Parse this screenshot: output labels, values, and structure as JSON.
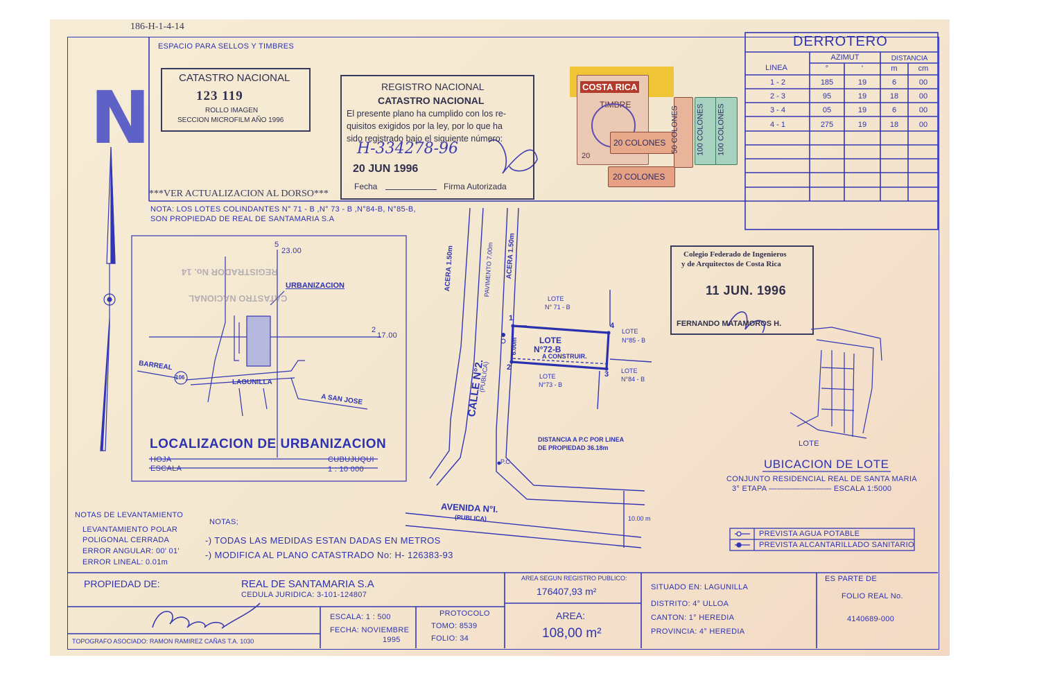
{
  "ref_code": "186-H-1-4-14",
  "stamp_space": "ESPACIO PARA SELLOS Y TIMBRES",
  "catastro": {
    "title": "CATASTRO NACIONAL",
    "number": "123 119",
    "line1": "ROLLO IMAGEN",
    "line2": "SECCION MICROFILM AÑO 1996"
  },
  "registro": {
    "title1": "REGISTRO NACIONAL",
    "title2": "CATASTRO NACIONAL",
    "body1": "El presente plano ha cumplido con los re-",
    "body2": "quisitos exigidos por la ley, por lo que ha",
    "body3": "sido registrado bajo el siguiente número:",
    "number": "H-334278-96",
    "date": "20 JUN 1996",
    "fecha_label": "Fecha",
    "firma_label": "Firma Autorizada"
  },
  "revenue_stamps": {
    "brand": "COSTA RICA",
    "s1": "TIMBRE",
    "s2": "20 COLONES",
    "s3": "20 COLONES",
    "s4": "50 COLONES",
    "s5": "100 COLONES",
    "s6": "100 COLONES",
    "s7": "20"
  },
  "derrotero": {
    "title": "DERROTERO",
    "col_linea": "LINEA",
    "col_azimut": "AZIMUT",
    "col_distancia": "DISTANCIA",
    "sub_deg": "°",
    "sub_min": "'",
    "sub_m": "m",
    "sub_cm": "cm",
    "rows": [
      {
        "linea": "1 - 2",
        "deg": "185",
        "min": "19",
        "m": "6",
        "cm": "00"
      },
      {
        "linea": "2 - 3",
        "deg": "95",
        "min": "19",
        "m": "18",
        "cm": "00"
      },
      {
        "linea": "3 - 4",
        "deg": "05",
        "min": "19",
        "m": "6",
        "cm": "00"
      },
      {
        "linea": "4 - 1",
        "deg": "275",
        "min": "19",
        "m": "18",
        "cm": "00"
      }
    ]
  },
  "ver_actualizacion": "***VER ACTUALIZACION AL DORSO***",
  "nota1": "NOTA: LOS LOTES COLINDANTES N° 71 - B ,N° 73 - B ,N°84-B, N°85-B,",
  "nota2": "SON PROPIEDAD DE REAL DE SANTAMARIA S.A",
  "north_letter": "N",
  "localizacion": {
    "title": "LOCALIZACION DE URBANIZACION",
    "hoja_label": "HOJA",
    "hoja_value": "CUBUJUQUI",
    "escala_label": "ESCALA",
    "escala_value": "1 : 10 000",
    "urbanizacion": "URBANIZACION",
    "coord_top_prefix": "5",
    "coord_top": "23.00",
    "coord_right_prefix": "2",
    "coord_right": "17.00",
    "barreal": "BARREAL",
    "route": "106",
    "lagunilla": "LAGUNILLA",
    "san_jose": "A SAN JOSE",
    "registrador_stamp1": "REGISTRADOR No. 14",
    "registrador_stamp2": "CATASTRO NACIONAL"
  },
  "plan": {
    "acera_left": "ACERA  1.50m",
    "pavimento": "PAVIMENTO  7.00m",
    "acera_right": "ACERA  1.50m",
    "calle": "CALLE N°2.",
    "calle_sub": "(PUBLICA)",
    "lote_main1": "LOTE",
    "lote_main2": "N°72-B",
    "lote_main3": "A CONSTRUIR.",
    "side": "6.00m",
    "lote71a": "LOTE",
    "lote71b": "N° 71 - B",
    "lote73a": "LOTE",
    "lote73b": "N°73 - B",
    "lote85a": "LOTE",
    "lote85b": "N°85 - B",
    "lote84a": "LOTE",
    "lote84b": "N°84 - B",
    "p1": "1",
    "p2": "2",
    "p3": "3",
    "p4": "4",
    "distancia1": "DISTANCIA  A  P.C POR LINEA",
    "distancia2": "DE PROPIEDAD 36.18m",
    "pc": "P.C",
    "avenida": "AVENIDA N°I.",
    "avenida_sub": "(PUBLICA)",
    "avenida_width": "10.00 m"
  },
  "colegio": {
    "line1": "Colegio Federado de Ingenieros",
    "line2": "y de Arquitectos de Costa Rica",
    "date": "11 JUN. 1996",
    "name": "FERNANDO MATAMOROS H."
  },
  "ubicacion": {
    "lote": "LOTE",
    "title": "UBICACION DE LOTE",
    "line1": "CONJUNTO RESIDENCIAL REAL DE SANTA MARIA",
    "line2": "3° ETAPA ———————— ESCALA 1:5000"
  },
  "legend": {
    "agua": "PREVISTA AGUA POTABLE",
    "alcantarillado": "PREVISTA ALCANTARILLADO SANITARIO"
  },
  "levantamiento": {
    "title": "NOTAS DE LEVANTAMIENTO",
    "l1": "LEVANTAMIENTO POLAR",
    "l2": "POLIGONAL CERRADA",
    "l3": "ERROR ANGULAR: 00' 01'",
    "l4": "ERROR LINEAL: 0.01m"
  },
  "notas": {
    "title": "NOTAS;",
    "n1": "-) TODAS LAS MEDIDAS ESTAN DADAS EN METROS",
    "n2": "-) MODIFICA AL PLANO CATASTRADO No: H- 126383-93"
  },
  "titleblock": {
    "propiedad_label": "PROPIEDAD DE:",
    "propietario": "REAL DE SANTAMARIA S.A",
    "cedula": "CEDULA JURIDICA:   3-101-124807",
    "area_registro_label": "AREA SEGUN REGISTRO PUBLICO:",
    "area_registro_value": "176407,93 m²",
    "area_label": "AREA:",
    "area_value": "108,00 m²",
    "situado": "SITUADO EN:   LAGUNILLA",
    "distrito": "DISTRITO:       4° ULLOA",
    "canton": "CANTON:        1° HEREDIA",
    "provincia": "PROVINCIA:    4° HEREDIA",
    "es_parte": "ES PARTE DE",
    "folio_label": "FOLIO REAL No.",
    "folio_value": "4140689-000",
    "escala": "ESCALA:    1 : 500",
    "fecha": "FECHA: NOVIEMBRE",
    "fecha_year": "1995",
    "protocolo": "PROTOCOLO",
    "tomo": "TOMO:    8539",
    "folio": "FOLIO:    34",
    "topografo": "TOPOGRAFO ASOCIADO: RAMON RAMIREZ CAÑAS   T.A. 1030"
  },
  "colors": {
    "ink": "#2d32b0",
    "paper": "#f5e8d2",
    "stamp": "#3a3a5c"
  }
}
